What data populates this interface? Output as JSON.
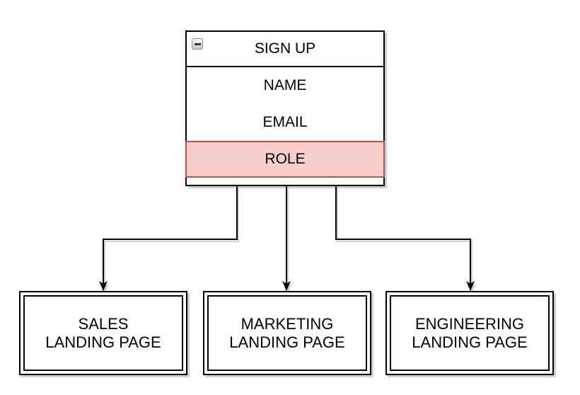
{
  "diagram": {
    "table": {
      "title": "SIGN UP",
      "collapse_button": {
        "symbol": "minus",
        "state": "expanded"
      },
      "rows": [
        {
          "label": "NAME",
          "highlighted": false
        },
        {
          "label": "EMAIL",
          "highlighted": false
        },
        {
          "label": "ROLE",
          "highlighted": true
        }
      ],
      "highlight": {
        "fill": "#F8CECC",
        "stroke": "#B85450"
      }
    },
    "pages": [
      {
        "line1": "SALES",
        "line2": "LANDING PAGE"
      },
      {
        "line1": "MARKETING",
        "line2": "LANDING PAGE"
      },
      {
        "line1": "ENGINEERING",
        "line2": "LANDING PAGE"
      }
    ],
    "connectors": [
      {
        "from": "sign-up-table",
        "to": "sales-landing-page"
      },
      {
        "from": "sign-up-table",
        "to": "marketing-landing-page"
      },
      {
        "from": "sign-up-table",
        "to": "engineering-landing-page"
      }
    ],
    "colors": {
      "shape_stroke": "#000000",
      "shape_fill": "#FFFFFF",
      "highlight_fill": "#F8CECC",
      "highlight_stroke": "#B85450",
      "background": "#FFFFFF"
    }
  }
}
